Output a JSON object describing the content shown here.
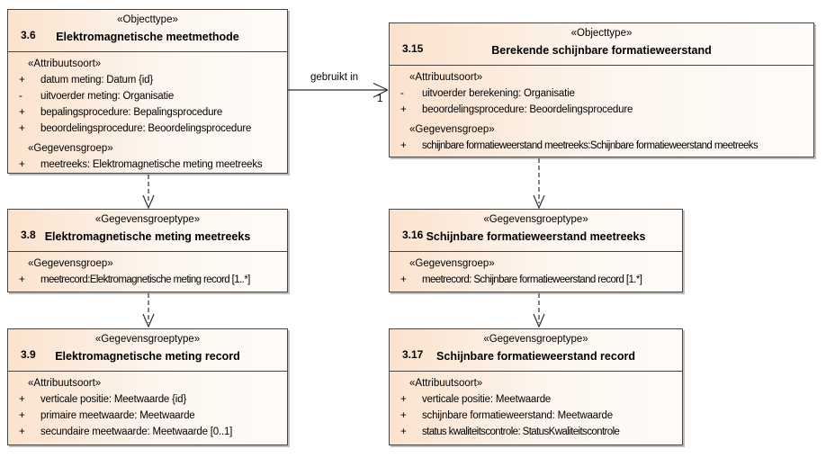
{
  "colors": {
    "box_fill_left": "#fbe2cd",
    "box_fill_right": "#fefbf8",
    "box_border": "#4a4440",
    "box_shadow": "#bdbdbd",
    "line_color": "#2f2f2f",
    "text_color": "#000000",
    "background": "#ffffff"
  },
  "connectors": {
    "uses_label": "gebruikt in",
    "uses_multiplicity": "1"
  },
  "boxes": [
    {
      "id": "3.6",
      "stereotype": "«Objecttype»",
      "title": "Elektromagnetische meetmethode",
      "sections": [
        {
          "header": "«Attribuutsoort»",
          "rows": [
            {
              "prefix": "+",
              "text": "datum meting: Datum {id}"
            },
            {
              "prefix": "-",
              "text": "uitvoerder meting: Organisatie"
            },
            {
              "prefix": "+",
              "text": "bepalingsprocedure: Bepalingsprocedure"
            },
            {
              "prefix": "+",
              "text": "beoordelingsprocedure: Beoordelingsprocedure"
            }
          ]
        },
        {
          "header": "«Gegevensgroep»",
          "rows": [
            {
              "prefix": "+",
              "text": "meetreeks: Elektromagnetische meting meetreeks"
            }
          ]
        }
      ]
    },
    {
      "id": "3.15",
      "stereotype": "«Objecttype»",
      "title": "Berekende schijnbare formatieweerstand",
      "sections": [
        {
          "header": "«Attribuutsoort»",
          "rows": [
            {
              "prefix": "-",
              "text": "uitvoerder berekening: Organisatie"
            },
            {
              "prefix": "+",
              "text": "beoordelingsprocedure: Beoordelingsprocedure"
            }
          ]
        },
        {
          "header": "«Gegevensgroep»",
          "rows": [
            {
              "prefix": "+",
              "text": "schijnbare formatieweerstand meetreeks:Schijnbare formatieweerstand meetreeks"
            }
          ]
        }
      ]
    },
    {
      "id": "3.8",
      "stereotype": "«Gegevensgroeptype»",
      "title": "Elektromagnetische meting meetreeks",
      "sections": [
        {
          "header": "«Gegevensgroep»",
          "rows": [
            {
              "prefix": "+",
              "text": "meetrecord:Elektromagnetische meting record [1..*]"
            }
          ]
        }
      ]
    },
    {
      "id": "3.16",
      "stereotype": "«Gegevensgroeptype»",
      "title": "Schijnbare formatieweerstand meetreeks",
      "sections": [
        {
          "header": "«Gegevensgroep»",
          "rows": [
            {
              "prefix": "+",
              "text": "meetrecord: Schijnbare formatieweerstand record [1.*]"
            }
          ]
        }
      ]
    },
    {
      "id": "3.9",
      "stereotype": "«Gegevensgroeptype»",
      "title": "Elektromagnetische meting record",
      "sections": [
        {
          "header": "«Attribuutsoort»",
          "rows": [
            {
              "prefix": "+",
              "text": "verticale positie: Meetwaarde {id}"
            },
            {
              "prefix": "+",
              "text": "primaire meetwaarde: Meetwaarde"
            },
            {
              "prefix": "+",
              "text": "secundaire meetwaarde: Meetwaarde [0..1]"
            }
          ]
        }
      ]
    },
    {
      "id": "3.17",
      "stereotype": "«Gegevensgroeptype»",
      "title": "Schijnbare formatieweerstand record",
      "sections": [
        {
          "header": "«Attribuutsoort»",
          "rows": [
            {
              "prefix": "+",
              "text": "verticale positie: Meetwaarde"
            },
            {
              "prefix": "+",
              "text": "schijnbare formatieweerstand: Meetwaarde"
            },
            {
              "prefix": "+",
              "text": "status kwaliteitscontrole: StatusKwaliteitscontrole"
            }
          ]
        }
      ]
    }
  ]
}
